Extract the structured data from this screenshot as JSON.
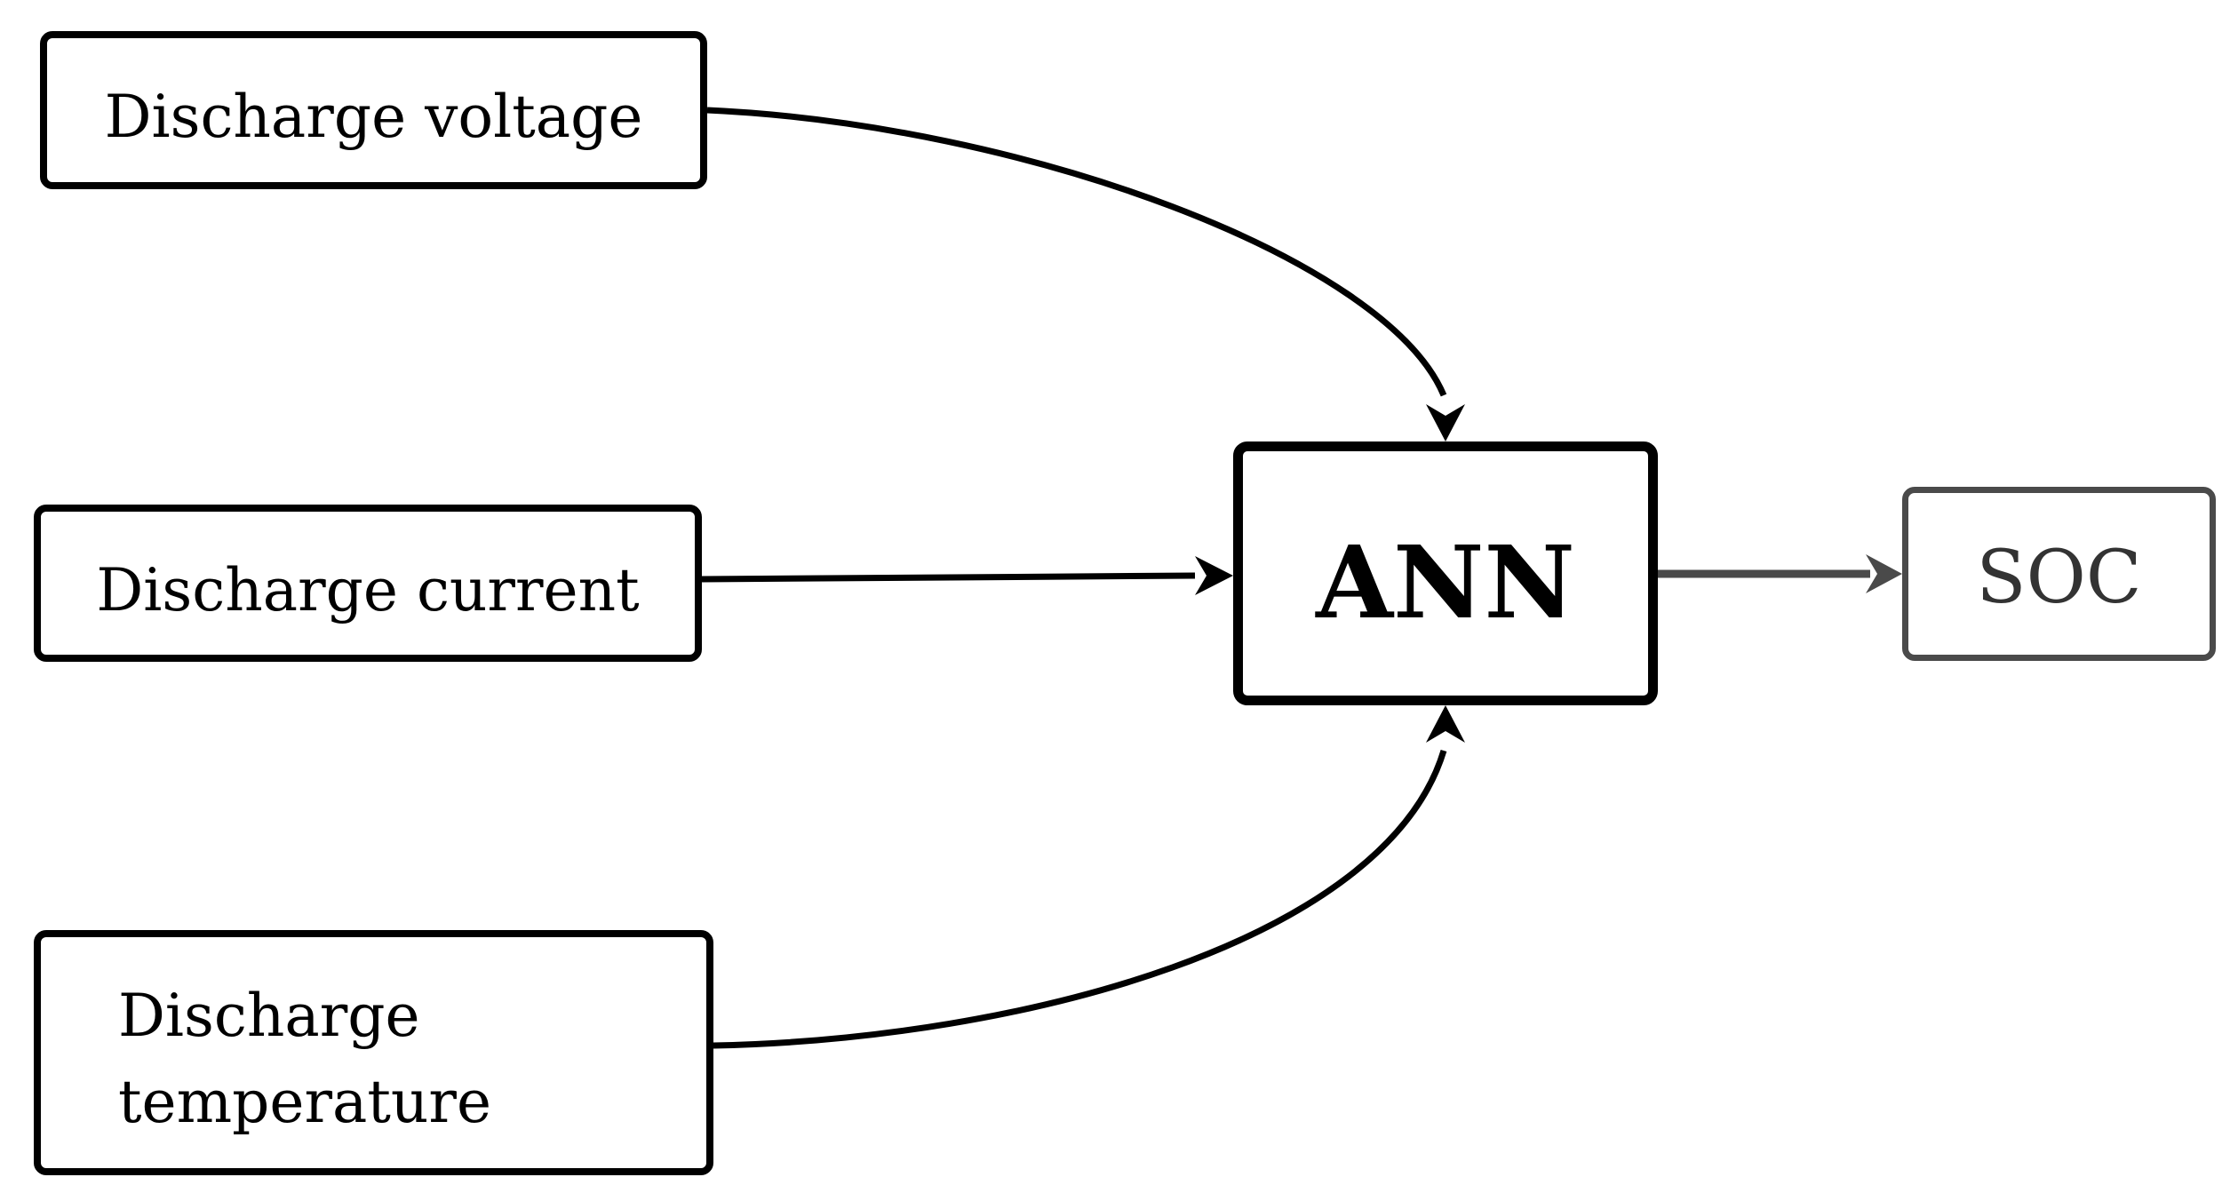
{
  "nodes": {
    "voltage": {
      "label": "Discharge voltage"
    },
    "current": {
      "label": "Discharge current"
    },
    "temperature": {
      "line1": "Discharge",
      "line2": "temperature"
    },
    "ann": {
      "label": "ANN"
    },
    "soc": {
      "label": "SOC"
    }
  },
  "edges": [
    {
      "from": "Discharge voltage",
      "to": "ANN"
    },
    {
      "from": "Discharge current",
      "to": "ANN"
    },
    {
      "from": "Discharge temperature",
      "to": "ANN"
    },
    {
      "from": "ANN",
      "to": "SOC"
    }
  ],
  "colors": {
    "primary_stroke": "#000000",
    "output_stroke": "#4a4a4a",
    "output_text": "#333333"
  }
}
